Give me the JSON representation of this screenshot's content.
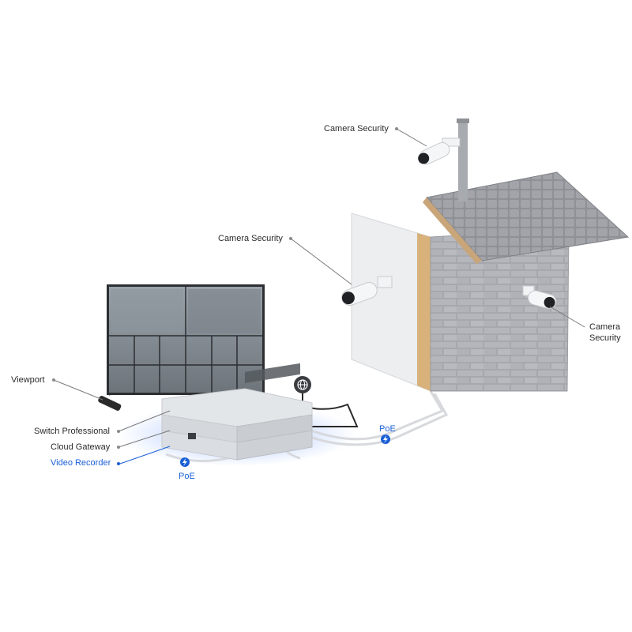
{
  "diagram": {
    "title": "",
    "labels": {
      "camera_top": "Camera Security",
      "camera_left": "Camera Security",
      "camera_right_line1": "Camera",
      "camera_right_line2": "Security",
      "viewport": "Viewport",
      "switch": "Switch Professional",
      "gateway": "Cloud Gateway",
      "recorder": "Video Recorder",
      "poe_left": "PoE",
      "poe_right": "PoE"
    },
    "icons": {
      "internet": "globe-icon",
      "poe": "lightning-bolt-icon"
    },
    "colors": {
      "accent_blue": "#1a5fd6",
      "glow_blue": "#3f7cff",
      "wall_gray": "#a9abb0",
      "roof_gray": "#9c9ea3",
      "panel_white": "#eceef0",
      "device_silver": "#d9dce0",
      "wood": "#d8b27a"
    }
  }
}
